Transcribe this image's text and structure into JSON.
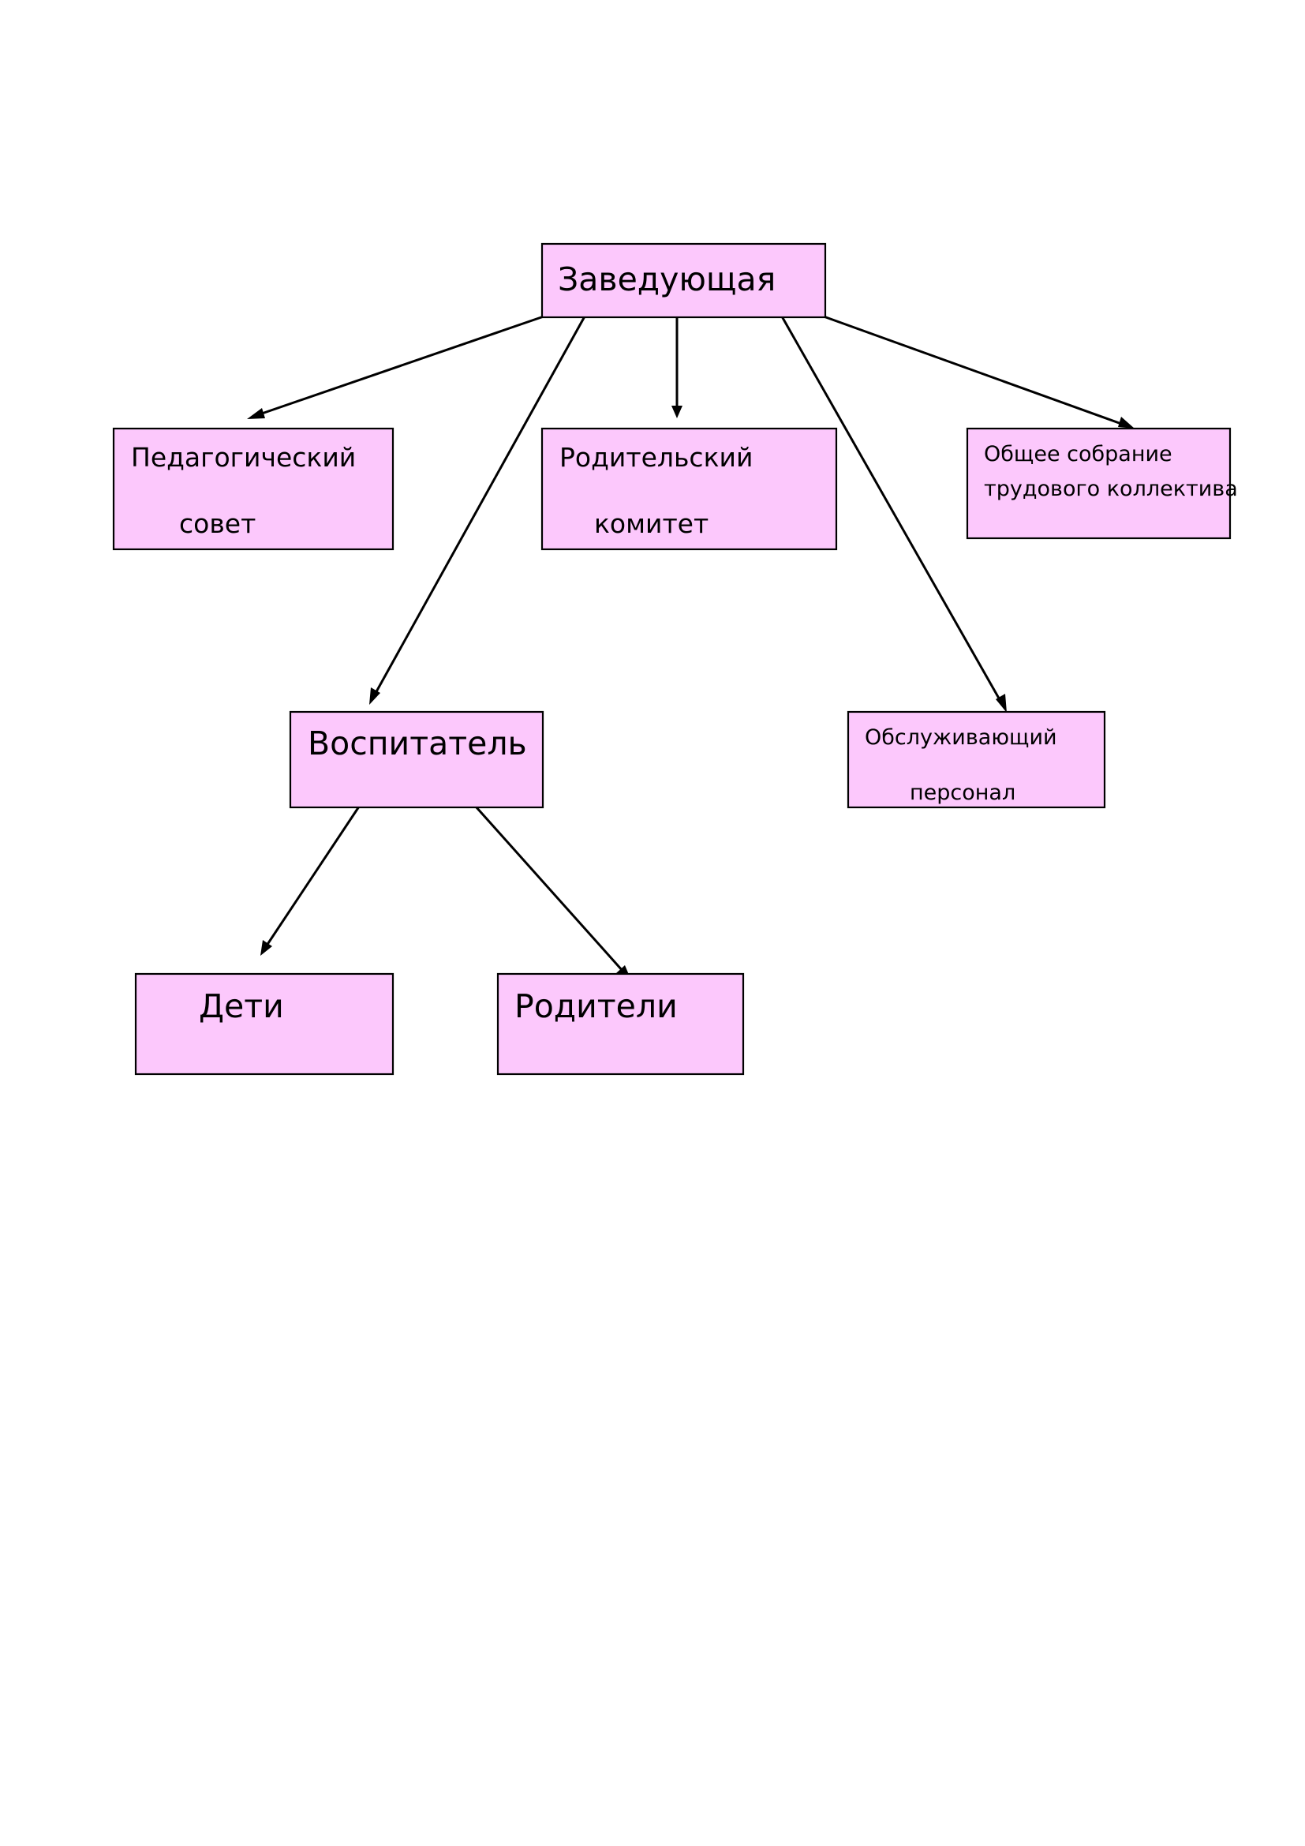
{
  "diagram": {
    "colors": {
      "box_fill": "#fcc8fc",
      "box_border": "#000000",
      "edge": "#000000"
    },
    "nodes": {
      "head": {
        "lines": [
          "Заведующая"
        ]
      },
      "ped_council": {
        "lines": [
          "Педагогический",
          "совет"
        ]
      },
      "parent_committee": {
        "lines": [
          "Родительский",
          "комитет"
        ]
      },
      "general_meeting": {
        "lines": [
          "Общее собрание",
          "трудового коллектива"
        ]
      },
      "educator": {
        "lines": [
          "Воспитатель"
        ]
      },
      "service_staff": {
        "lines": [
          "Обслуживающий",
          "персонал"
        ]
      },
      "children": {
        "lines": [
          "Дети"
        ]
      },
      "parents": {
        "lines": [
          "Родители"
        ]
      }
    },
    "edges": [
      {
        "from": "head",
        "to": "ped_council"
      },
      {
        "from": "head",
        "to": "educator"
      },
      {
        "from": "head",
        "to": "parent_committee"
      },
      {
        "from": "head",
        "to": "service_staff"
      },
      {
        "from": "head",
        "to": "general_meeting"
      },
      {
        "from": "educator",
        "to": "children"
      },
      {
        "from": "educator",
        "to": "parents"
      }
    ]
  }
}
